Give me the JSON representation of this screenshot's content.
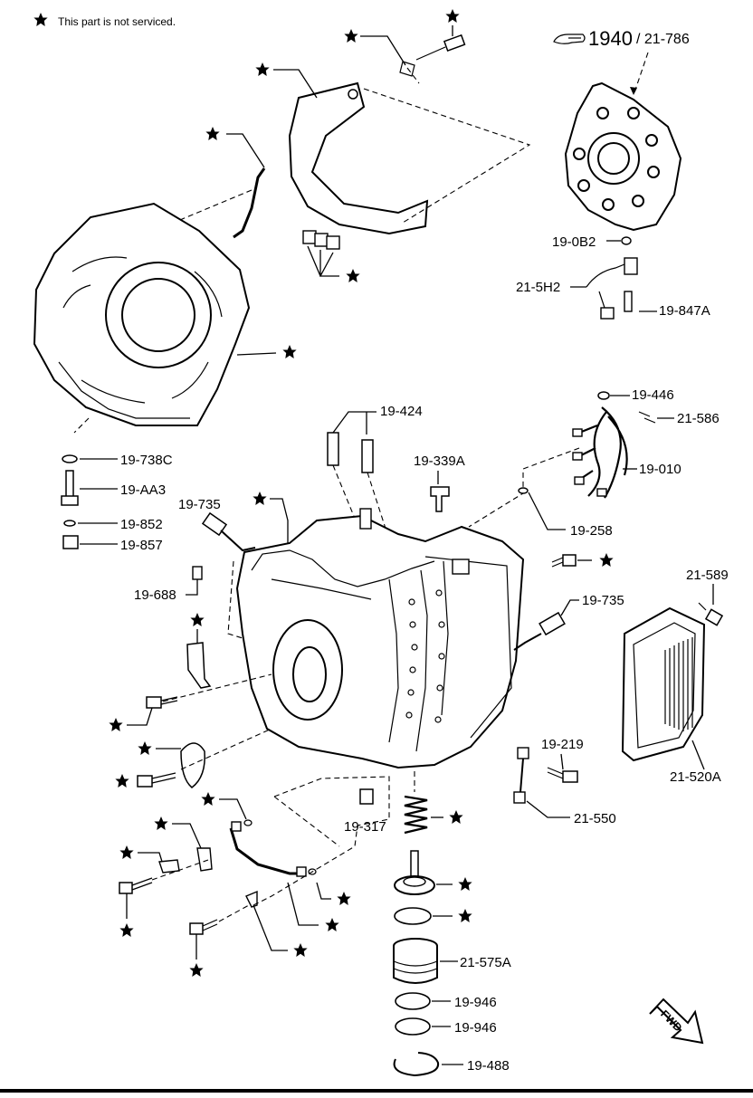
{
  "legend": {
    "text": "This part is not serviced."
  },
  "reference": {
    "main": "1940",
    "sub": "/ 21-786"
  },
  "callouts": {
    "c_19_0B2": "19-0B2",
    "c_21_5H2": "21-5H2",
    "c_19_847A": "19-847A",
    "c_19_446": "19-446",
    "c_21_586": "21-586",
    "c_19_010": "19-010",
    "c_19_424": "19-424",
    "c_19_339A": "19-339A",
    "c_19_738C": "19-738C",
    "c_19_AA3": "19-AA3",
    "c_19_852": "19-852",
    "c_19_857": "19-857",
    "c_19_735_left": "19-735",
    "c_19_258": "19-258",
    "c_19_688": "19-688",
    "c_21_589": "21-589",
    "c_19_735_right": "19-735",
    "c_19_219": "19-219",
    "c_21_520A": "21-520A",
    "c_21_550": "21-550",
    "c_19_317": "19-317",
    "c_21_575A": "21-575A",
    "c_19_946_a": "19-946",
    "c_19_946_b": "19-946",
    "c_19_488": "19-488"
  },
  "fwd": {
    "text": "FWD"
  }
}
